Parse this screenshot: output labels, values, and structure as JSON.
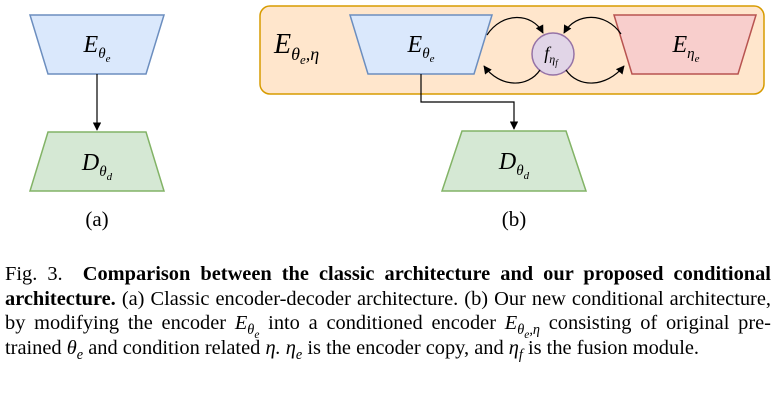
{
  "diagram": {
    "panel_a": {
      "encoder": {
        "base": "E",
        "sub": "θ",
        "subsub": "e"
      },
      "decoder": {
        "base": "D",
        "sub": "θ",
        "subsub": "d"
      },
      "label": "(a)"
    },
    "panel_b": {
      "conditioned_encoder": {
        "base": "E",
        "sub": "θ",
        "subsub": "e",
        "subtail": ",η"
      },
      "encoder": {
        "base": "E",
        "sub": "θ",
        "subsub": "e"
      },
      "fusion": {
        "base": "f",
        "sub": "η",
        "subsub": "f"
      },
      "encoder_copy": {
        "base": "E",
        "sub": "η",
        "subsub": "e"
      },
      "decoder": {
        "base": "D",
        "sub": "θ",
        "subsub": "d"
      },
      "label": "(b)"
    },
    "colors": {
      "encoder_fill": "#dae8fc",
      "encoder_stroke": "#6c8ebf",
      "decoder_fill": "#d5e8d4",
      "decoder_stroke": "#82b366",
      "container_fill": "#ffe6cc",
      "container_stroke": "#d79b00",
      "fusion_fill": "#e1d5e7",
      "fusion_stroke": "#9673a6",
      "copy_fill": "#f8cecc",
      "copy_stroke": "#b85450"
    }
  },
  "caption": {
    "fig_label": "Fig. 3.",
    "title": "Comparison between the classic architecture and our proposed conditional architecture.",
    "t1": "(a) Classic encoder-decoder architecture. (b) Our new conditional architecture, by modifying the encoder",
    "m1": {
      "base": "E",
      "sub": "θ",
      "subsub": "e"
    },
    "t2": "into a conditioned encoder",
    "m2": {
      "base": "E",
      "sub": "θ",
      "subsub": "e",
      "subtail": ",η"
    },
    "t3": "consisting of original pre-trained",
    "m3": {
      "base": "θ",
      "sub": "e"
    },
    "t4": "and condition related",
    "m4": "η.",
    "m5": {
      "base": "η",
      "sub": "e"
    },
    "t5": "is the encoder copy, and",
    "m6": {
      "base": "η",
      "sub": "f"
    },
    "t6": "is the fusion module."
  }
}
